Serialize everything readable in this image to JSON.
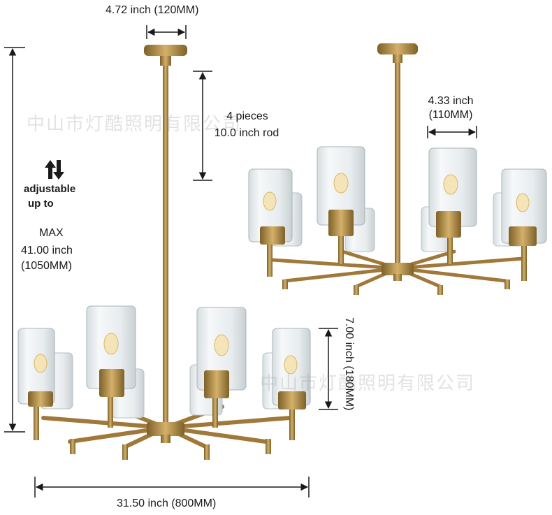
{
  "dimensions": {
    "canopy_width": "4.72 inch (120MM)",
    "rods_line1": "4 pieces",
    "rods_line2": "10.0 inch rod",
    "adjustable_line1": "adjustable",
    "adjustable_line2": "up to",
    "max_label": "MAX",
    "max_inch": "41.00 inch",
    "max_mm": "(1050MM)",
    "shade_width_inch": "4.33 inch",
    "shade_width_mm": "(110MM)",
    "shade_height": "7.00 inch (180MM)",
    "total_width": "31.50 inch (800MM)"
  },
  "watermark": "中山市灯酷照明有限公司",
  "icons": {
    "adjust": "up-down-arrows-icon"
  },
  "colors": {
    "brass": "#b08a45",
    "brass_dark": "#7d6128",
    "glass": "#e4ebee",
    "line": "#1a1a1a"
  }
}
